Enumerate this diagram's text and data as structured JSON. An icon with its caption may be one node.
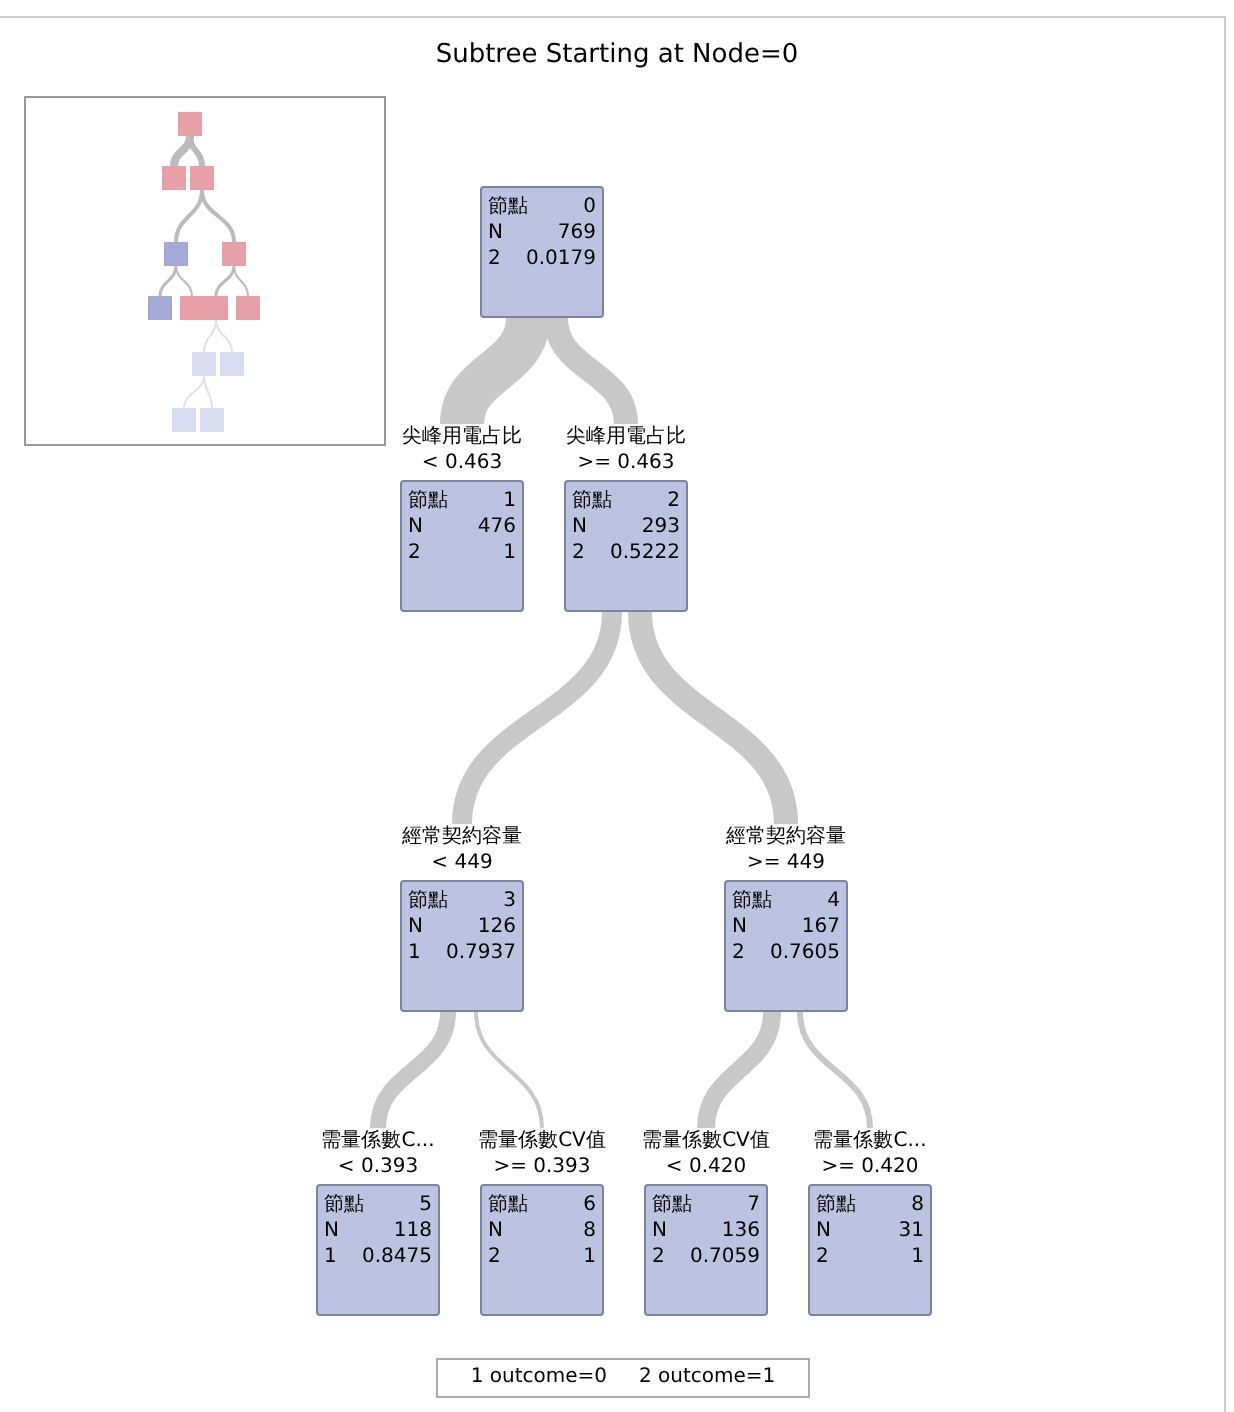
{
  "diagram": {
    "title": "Subtree Starting at Node=0",
    "nodes": [
      {
        "text": [
          "節點",
          "0",
          "N",
          "769",
          "2",
          "0.0179"
        ]
      },
      {
        "text": [
          "尖峰用電占比",
          "< 0.463",
          "節點",
          "1",
          "N",
          "476",
          "2",
          "1"
        ]
      },
      {
        "text": [
          "尖峰用電占比",
          ">= 0.463",
          "節點",
          "2",
          "N",
          "293",
          "2",
          "0.5222"
        ]
      },
      {
        "text": [
          "經常契約容量",
          "< 449",
          "節點",
          "3",
          "N",
          "126",
          "1",
          "0.7937"
        ]
      },
      {
        "text": [
          "經常契約容量",
          ">= 449",
          "節點",
          "4",
          "N",
          "167",
          "2",
          "0.7605"
        ]
      },
      {
        "text": [
          "需量係數C...",
          "< 0.393",
          "節點",
          "5",
          "N",
          "118",
          "1",
          "0.8475"
        ]
      },
      {
        "text": [
          "需量係數CV值",
          ">= 0.393",
          "節點",
          "6",
          "N",
          "8",
          "2",
          "1"
        ]
      },
      {
        "text": [
          "需量係數CV值",
          "< 0.420",
          "節點",
          "7",
          "N",
          "136",
          "2",
          "0.7059"
        ]
      },
      {
        "text": [
          "需量係數C...",
          ">= 0.420",
          "節點",
          "8",
          "N",
          "31",
          "2",
          "1"
        ]
      }
    ],
    "edges": [
      {
        "from": 0,
        "to": 1,
        "arrow": "none",
        "style": "thick"
      },
      {
        "from": 0,
        "to": 2,
        "arrow": "none"
      },
      {
        "from": 2,
        "to": 3,
        "arrow": "none"
      },
      {
        "from": 2,
        "to": 4,
        "arrow": "none"
      },
      {
        "from": 3,
        "to": 5,
        "arrow": "none"
      },
      {
        "from": 3,
        "to": 6,
        "arrow": "none"
      },
      {
        "from": 4,
        "to": 7,
        "arrow": "none"
      },
      {
        "from": 4,
        "to": 8,
        "arrow": "none"
      }
    ],
    "legend": [
      {
        "text": "1 outcome=0"
      },
      {
        "text": "2 outcome=1"
      }
    ]
  }
}
